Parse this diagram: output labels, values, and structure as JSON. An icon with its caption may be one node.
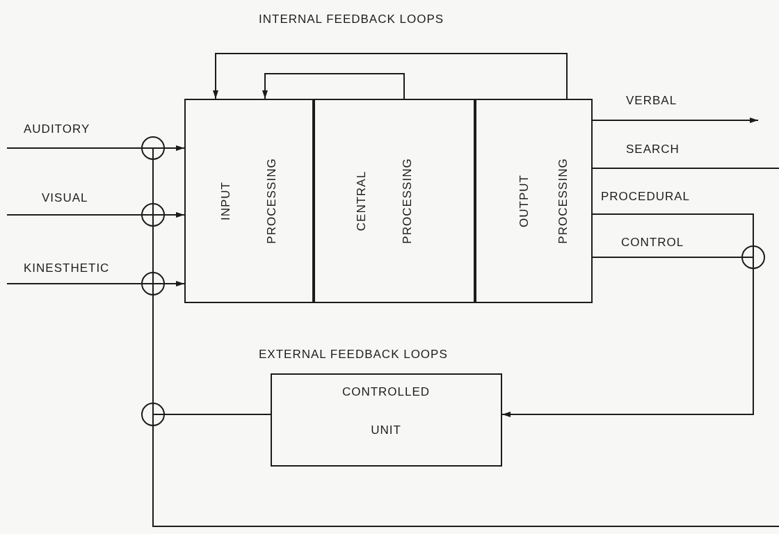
{
  "diagram": {
    "nodes": [
      {
        "text": [
          "INPUT PROCESSING"
        ]
      },
      {
        "text": [
          "CENTRAL PROCESSING"
        ]
      },
      {
        "text": [
          "OUTPUT PROCESSING"
        ]
      },
      {
        "text": [],
        "shape": "circle"
      },
      {
        "text": [],
        "shape": "circle"
      },
      {
        "text": [],
        "shape": "circle"
      },
      {
        "text": [],
        "shape": "circle"
      },
      {
        "text": [
          "CONTROLLED UNIT"
        ]
      },
      {
        "text": [],
        "shape": "circle"
      }
    ],
    "edges": [
      {
        "from": null,
        "to": 3,
        "arrow": "none",
        "label": "AUDITORY"
      },
      {
        "from": 3,
        "to": 0,
        "arrow": "to"
      },
      {
        "from": null,
        "to": 4,
        "arrow": "none",
        "label": "VISUAL"
      },
      {
        "from": 4,
        "to": 0,
        "arrow": "to"
      },
      {
        "from": null,
        "to": 5,
        "arrow": "none",
        "label": "KINESTHETIC"
      },
      {
        "from": 5,
        "to": 0,
        "arrow": "to"
      },
      {
        "from": 2,
        "to": 0,
        "arrow": "to"
      },
      {
        "from": 1,
        "to": 0,
        "arrow": "to"
      },
      {
        "from": 2,
        "to": null,
        "arrow": "to",
        "label": "VERBAL"
      },
      {
        "from": 2,
        "to": null,
        "arrow": "none",
        "label": "SEARCH"
      },
      {
        "from": 2,
        "to": 6,
        "arrow": "none",
        "label": "PROCEDURAL"
      },
      {
        "from": 2,
        "to": 6,
        "arrow": "none",
        "label": "CONTROL"
      },
      {
        "from": 6,
        "to": 7,
        "arrow": "to"
      },
      {
        "from": 7,
        "to": 8,
        "arrow": "none"
      },
      {
        "from": null,
        "to": 8,
        "arrow": "none"
      },
      {
        "from": 8,
        "to": 5,
        "arrow": "none"
      },
      {
        "from": 5,
        "to": 4,
        "arrow": "none"
      },
      {
        "from": 4,
        "to": 3,
        "arrow": "none"
      }
    ],
    "labels": [
      "INTERNAL FEEDBACK LOOPS",
      "EXTERNAL FEEDBACK LOOPS"
    ]
  }
}
